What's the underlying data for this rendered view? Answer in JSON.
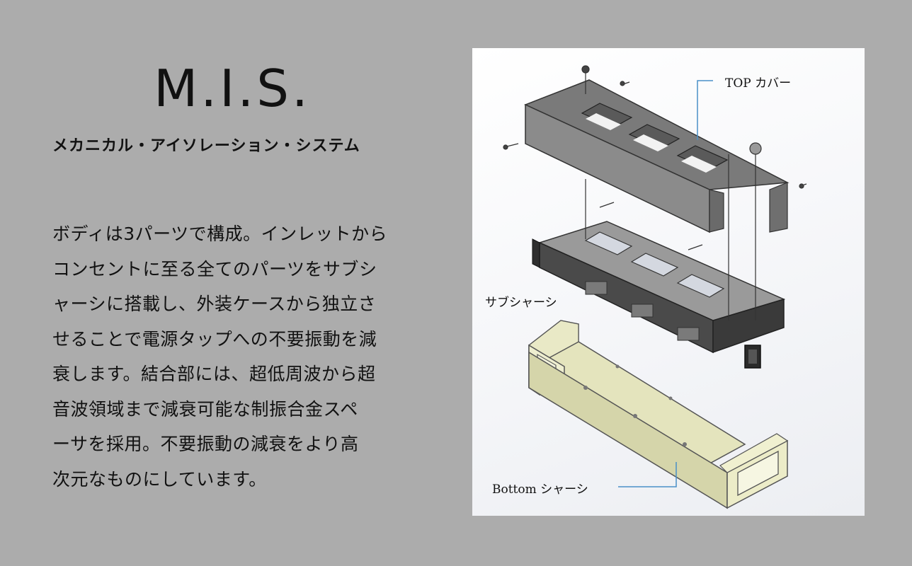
{
  "title": "M.I.S.",
  "subtitle": "メカニカル・アイソレーション・システム",
  "description_lines": [
    "ボディは3パーツで構成。インレットから",
    "コンセントに至る全てのパーツをサブシ",
    "ャーシに搭載し、外装ケースから独立さ",
    "せることで電源タップへの不要振動を減",
    "衰します。結合部には、超低周波から超",
    "音波領域まで減衰可能な制振合金スペ",
    "ーサを採用。不要振動の減衰をより高",
    "次元なものにしています。"
  ],
  "figure": {
    "labels": {
      "top_cover": "TOP カバー",
      "sub_chassis": "サブシャーシ",
      "bottom_chassis": "Bottom シャーシ"
    },
    "colors": {
      "cover": "#6e6e6e",
      "chassis_dark": "#3f3f3f",
      "bottom": "#e6e6bf",
      "leader_line": "#4a90c8"
    }
  }
}
